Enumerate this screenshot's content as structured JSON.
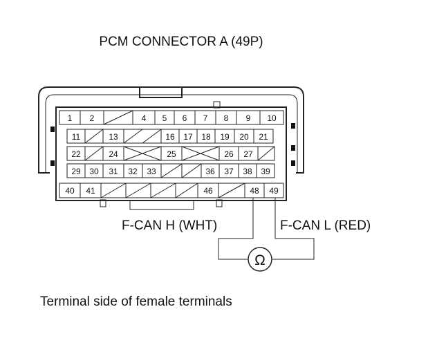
{
  "title": "PCM CONNECTOR A (49P)",
  "label_left": "F-CAN H (WHT)",
  "label_right": "F-CAN L (RED)",
  "meter_symbol": "Ω",
  "caption": "Terminal side of female terminals",
  "rows": [
    [
      "1",
      "2",
      "",
      "4",
      "5",
      "6",
      "7",
      "8",
      "9",
      "10"
    ],
    [
      "11",
      "",
      "13",
      "",
      "16",
      "17",
      "18",
      "19",
      "20",
      "21"
    ],
    [
      "22",
      "",
      "24",
      "",
      "25",
      "",
      "26",
      "27",
      ""
    ],
    [
      "29",
      "30",
      "31",
      "32",
      "33",
      "",
      "",
      "36",
      "37",
      "38",
      "39"
    ],
    [
      "40",
      "41",
      "",
      "",
      "",
      "",
      "46",
      "",
      "48",
      "49"
    ]
  ]
}
